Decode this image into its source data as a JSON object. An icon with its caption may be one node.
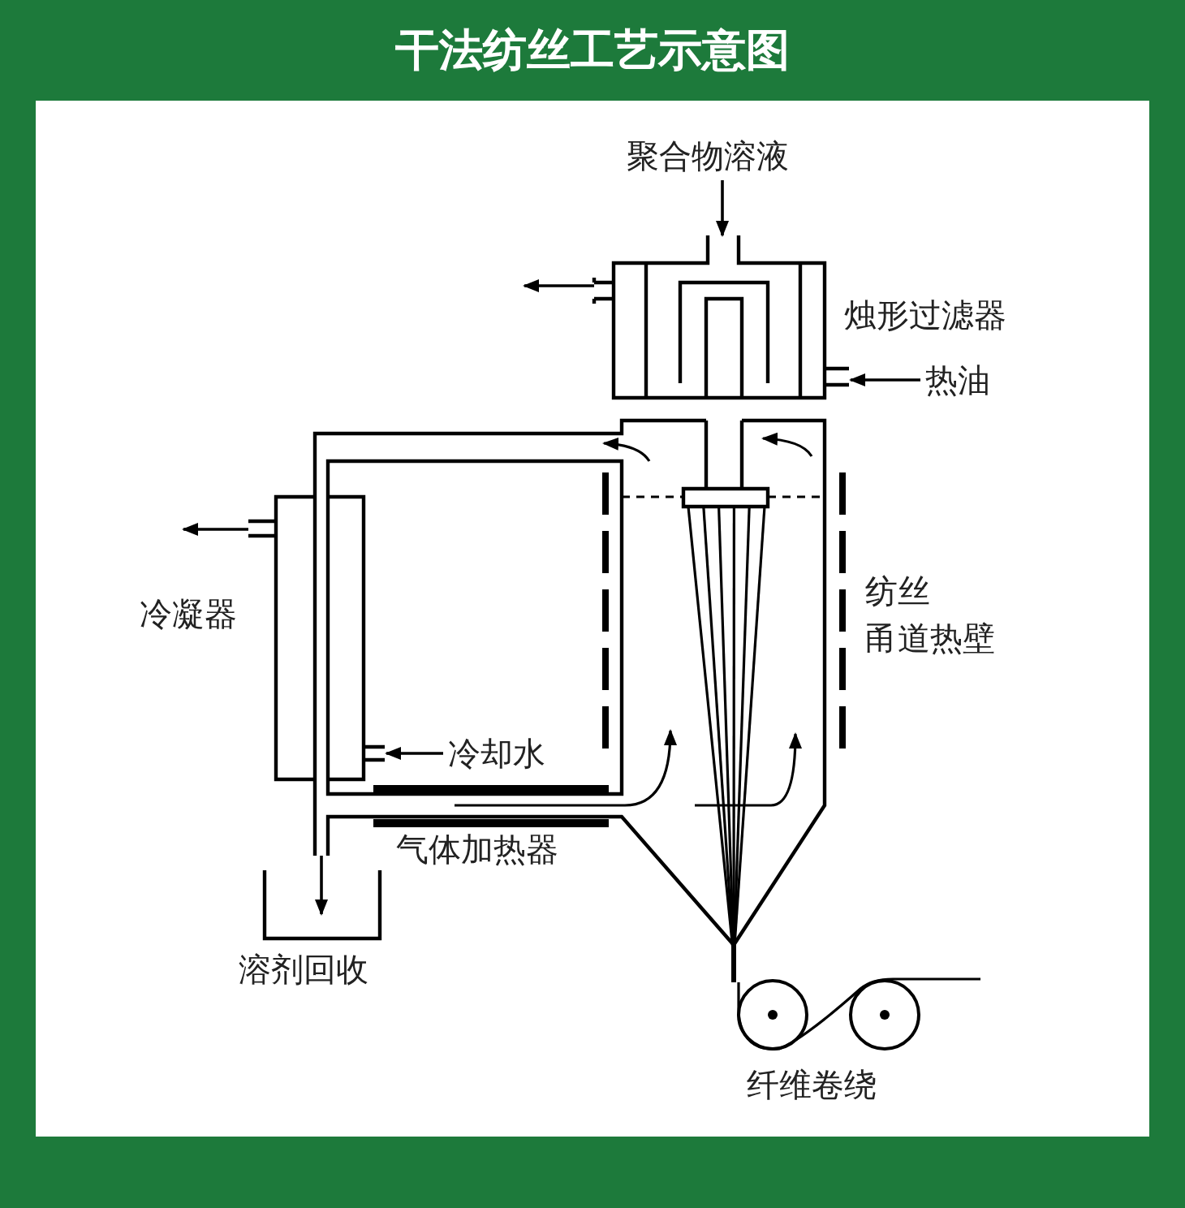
{
  "diagram": {
    "title": "干法纺丝工艺示意图",
    "nodes": [
      {
        "text": [
          "聚合物溶液"
        ]
      },
      {
        "text": [
          "热油"
        ]
      },
      {
        "text": [
          "冷却水"
        ]
      }
    ],
    "edges": [
      {
        "from": 0,
        "to": null,
        "arrow": "to"
      },
      {
        "from": 1,
        "to": null,
        "arrow": "to"
      },
      {
        "from": 2,
        "to": null,
        "arrow": "to"
      }
    ],
    "labels": [
      "烛形过滤器",
      "冷凝器",
      "纺丝",
      "甬道热壁",
      "气体加热器",
      "溶剂回收",
      "纤维卷绕"
    ]
  }
}
